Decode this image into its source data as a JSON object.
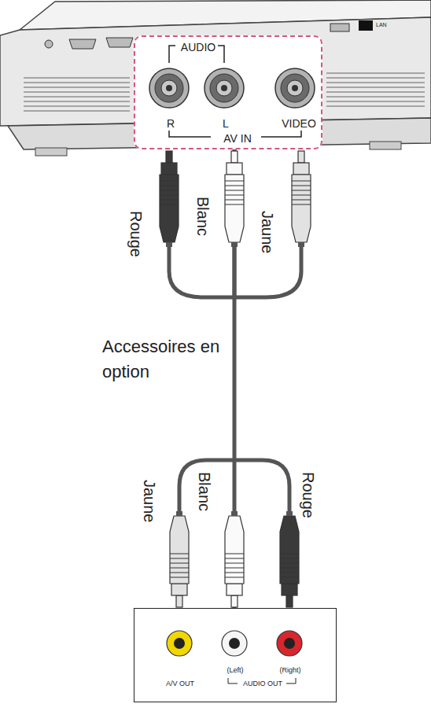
{
  "diagram": {
    "nodes": [
      {
        "text": [
          "AUDIO",
          "R",
          "L",
          "VIDEO",
          "AV IN"
        ]
      },
      {
        "text": [
          "A/V OUT",
          "(Left)",
          "(Right)",
          "AUDIO OUT"
        ]
      }
    ],
    "edges": [
      {
        "from": 1,
        "to": 0,
        "arrow": "none",
        "label": "Accessoires en option"
      }
    ],
    "labels": [
      "Rouge",
      "Blanc",
      "Jaune",
      "Jaune",
      "Blanc",
      "Rouge",
      "LAN"
    ]
  }
}
